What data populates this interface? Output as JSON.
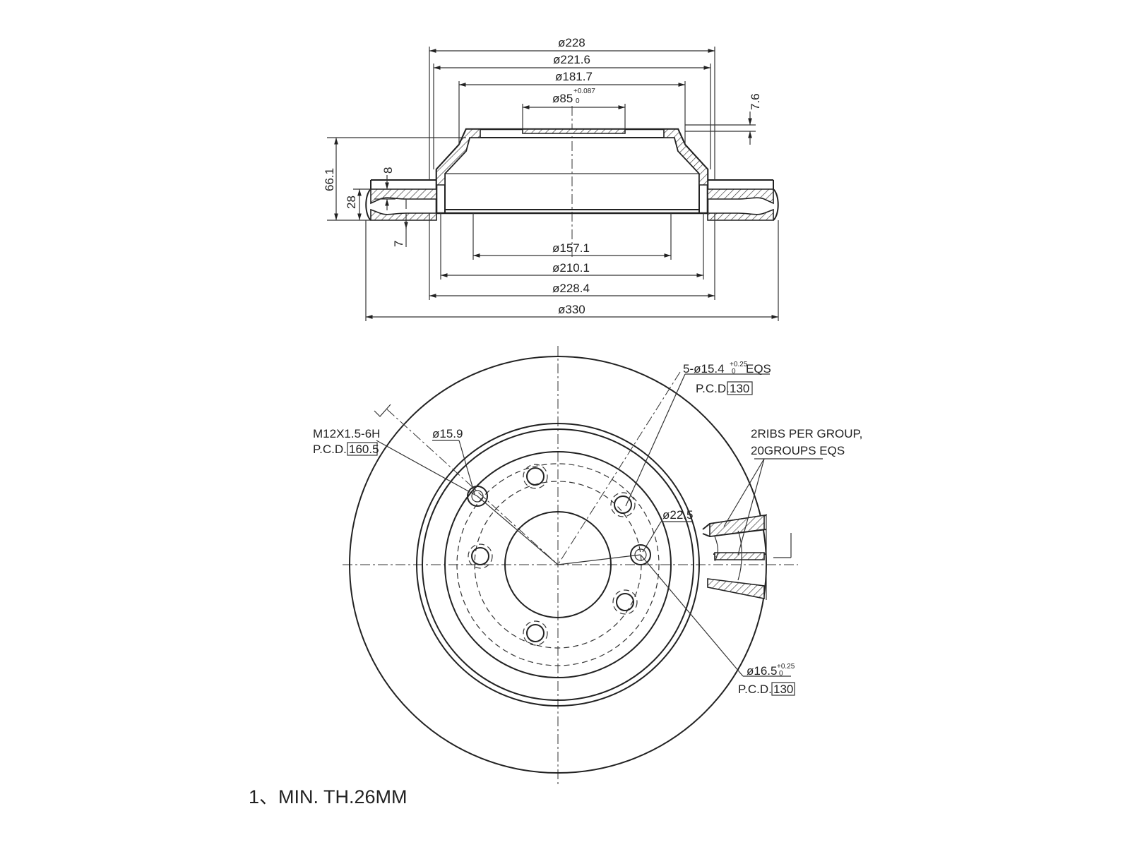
{
  "section_view": {
    "top_dims": {
      "d228": "ø228",
      "d221_6": "ø221.6",
      "d181_7": "ø181.7",
      "d85": "ø85",
      "d85_tol_upper": "+0.087",
      "d85_tol_lower": "0",
      "h7_6": "7.6"
    },
    "side_dims": {
      "h66_1": "66.1",
      "h8": "8",
      "h28": "28",
      "h7": "7"
    },
    "bottom_dims": {
      "d157_1": "ø157.1",
      "d210_1": "ø210.1",
      "d228_4": "ø228.4",
      "d330": "ø330"
    }
  },
  "front_view": {
    "callouts": {
      "bolt_holes": "5-ø15.4",
      "bolt_holes_tol": "+0.25",
      "bolt_holes_tol_lower": "0",
      "bolt_holes_eqs": "EQS",
      "bolt_holes_pcd_label": "P.C.D.",
      "bolt_holes_pcd_value": "130",
      "thread_spec": "M12X1.5-6H",
      "thread_pcd_label": "P.C.D.",
      "thread_pcd_value": "160.5",
      "d15_9": "ø15.9",
      "d22_5": "ø22.5",
      "ribs_line1": "2RIBS PER GROUP,",
      "ribs_line2": "20GROUPS EQS",
      "d16_5": "ø16.5",
      "d16_5_tol": "+0.25",
      "d16_5_tol_lower": "0",
      "d16_5_pcd_label": "P.C.D.",
      "d16_5_pcd_value": "130"
    }
  },
  "notes": {
    "min_thickness": "1、MIN. TH.26MM"
  }
}
